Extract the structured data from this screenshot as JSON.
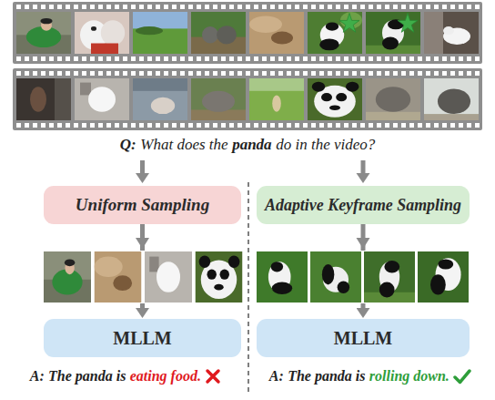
{
  "diagram": {
    "nodes": [
      {
        "text": [
          "Uniform Sampling"
        ]
      },
      {
        "text": [
          "Adaptive Keyframe Sampling"
        ]
      },
      {
        "text": [
          "MLLM"
        ]
      },
      {
        "text": [
          "MLLM"
        ]
      }
    ],
    "edges": [
      {
        "from": 0,
        "to": 2,
        "arrow": "to"
      },
      {
        "from": 1,
        "to": 3,
        "arrow": "to"
      }
    ],
    "labels": [
      "Q:",
      "What does the",
      "panda",
      "do in the video?",
      "A:",
      "The panda is",
      "eating food.",
      "A:",
      "The panda is",
      "rolling down."
    ]
  }
}
